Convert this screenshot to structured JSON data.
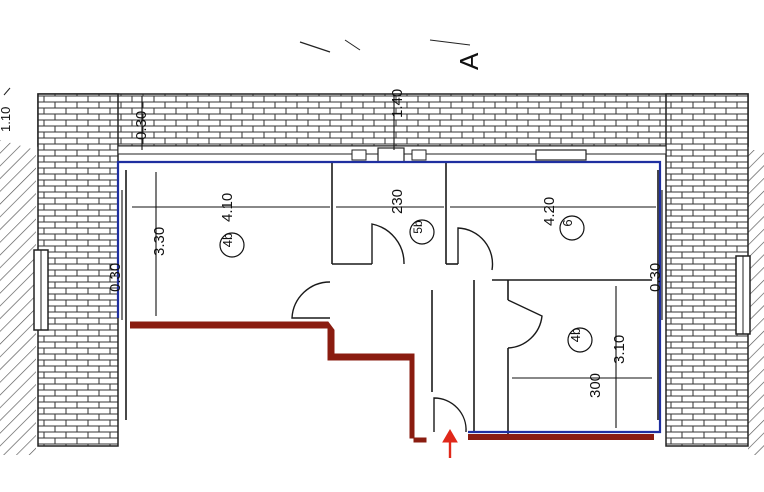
{
  "plan": {
    "mark_top_letter": "A",
    "mark_top_left": "0.30",
    "mark_top_long": "1.40",
    "mark_edge_left": "1.10",
    "rooms": [
      {
        "id": "room-4b-left",
        "label": "4b"
      },
      {
        "id": "room-5b",
        "label": "5b"
      },
      {
        "id": "room-6",
        "label": "6"
      },
      {
        "id": "room-4b-right",
        "label": "4b"
      }
    ],
    "dimensions": {
      "left_room_height": "3.30",
      "left_room_width": "4.10",
      "left_wall": "0.30",
      "middle_width": "230",
      "right_room_width": "4.20",
      "right_wall": "0.30",
      "lower_right_width": "300",
      "lower_right_height": "3.10"
    },
    "colors": {
      "ink": "#1a1a1a",
      "outline_blue": "#1f2fa0",
      "outline_red": "#8a1c10",
      "arrow_red": "#e0281a",
      "hatch": "#555555"
    }
  }
}
